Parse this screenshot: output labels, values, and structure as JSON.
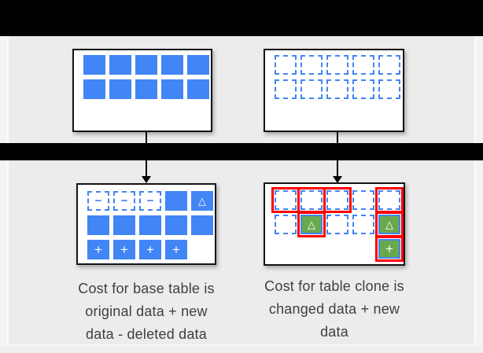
{
  "colors": {
    "background": "#ececec",
    "letterbox": "#000000",
    "edge_gutter": "#f4f4f4",
    "bottom_strip": "#f0f0f0",
    "box_background": "#ffffff",
    "box_border": "#151515",
    "blue": "#4285f4",
    "green": "#6aa84f",
    "red": "#ff0000",
    "caption_text": "#3c4043"
  },
  "symbols": {
    "minus": "−",
    "plus": "+",
    "delta": "△"
  },
  "tables": {
    "top_left": {
      "cells": [
        [
          "solid",
          "solid",
          "solid",
          "solid",
          "solid"
        ],
        [
          "solid",
          "solid",
          "solid",
          "solid",
          "solid"
        ]
      ]
    },
    "top_right": {
      "cells": [
        [
          "dashed",
          "dashed",
          "dashed",
          "dashed",
          "dashed"
        ],
        [
          "dashed",
          "dashed",
          "dashed",
          "dashed",
          "dashed"
        ]
      ]
    },
    "bottom_left": {
      "caption": "Cost for base table is original data + new data - deleted data",
      "cells": [
        [
          "dashed-minus",
          "dashed-minus",
          "dashed-minus",
          "solid",
          "solid-delta"
        ],
        [
          "solid",
          "solid",
          "solid",
          "solid",
          "solid"
        ],
        [
          "solid-plus",
          "solid-plus",
          "solid-plus",
          "solid-plus",
          "empty"
        ]
      ]
    },
    "bottom_right": {
      "caption": "Cost for table clone is changed data + new data",
      "cells": [
        [
          "dashed-red",
          "dashed-red",
          "dashed-red",
          "dashed",
          "dashed-red"
        ],
        [
          "dashed",
          "green-delta-red",
          "dashed",
          "dashed",
          "green-delta-red"
        ],
        [
          "empty",
          "empty",
          "empty",
          "empty",
          "green-plus-red"
        ]
      ]
    }
  }
}
